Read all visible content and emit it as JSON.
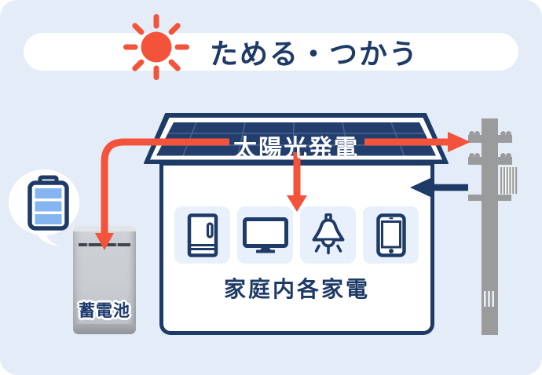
{
  "title": "ためる・つかう",
  "diagram": {
    "solar_label": "太陽光発電",
    "appliances_label": "家庭内各家電",
    "battery_label": "蓄電池",
    "appliances": [
      "refrigerator",
      "tv",
      "pendant-light",
      "smartphone"
    ],
    "flows": [
      {
        "from": "solar-roof",
        "to": "battery",
        "color": "#f4533b"
      },
      {
        "from": "solar-roof",
        "to": "utility-grid",
        "color": "#f4533b"
      },
      {
        "from": "solar-roof",
        "to": "home-appliances",
        "color": "#f4533b"
      },
      {
        "from": "utility-grid",
        "to": "home",
        "color": "#1e3a66"
      }
    ]
  },
  "colors": {
    "background": "#e3ecf7",
    "navy": "#1e3a66",
    "panel_navy": "#223e6d",
    "accent_red": "#f4533b",
    "pole_gray": "#999b9d",
    "battery_bar_blue": "#84b5f1"
  }
}
